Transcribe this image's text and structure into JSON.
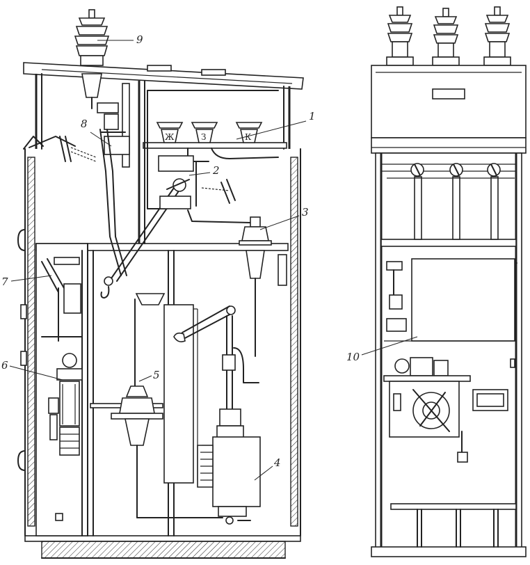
{
  "callouts": [
    {
      "id": "1",
      "text": "1"
    },
    {
      "id": "2",
      "text": "2"
    },
    {
      "id": "3",
      "text": "3"
    },
    {
      "id": "4",
      "text": "4"
    },
    {
      "id": "5",
      "text": "5"
    },
    {
      "id": "6",
      "text": "6"
    },
    {
      "id": "7",
      "text": "7"
    },
    {
      "id": "8",
      "text": "8"
    },
    {
      "id": "9",
      "text": "9"
    },
    {
      "id": "10",
      "text": "10"
    }
  ],
  "phase_labels": [
    "Ж",
    "З",
    "К"
  ],
  "colors": {
    "line": "#222222",
    "background": "#ffffff"
  }
}
